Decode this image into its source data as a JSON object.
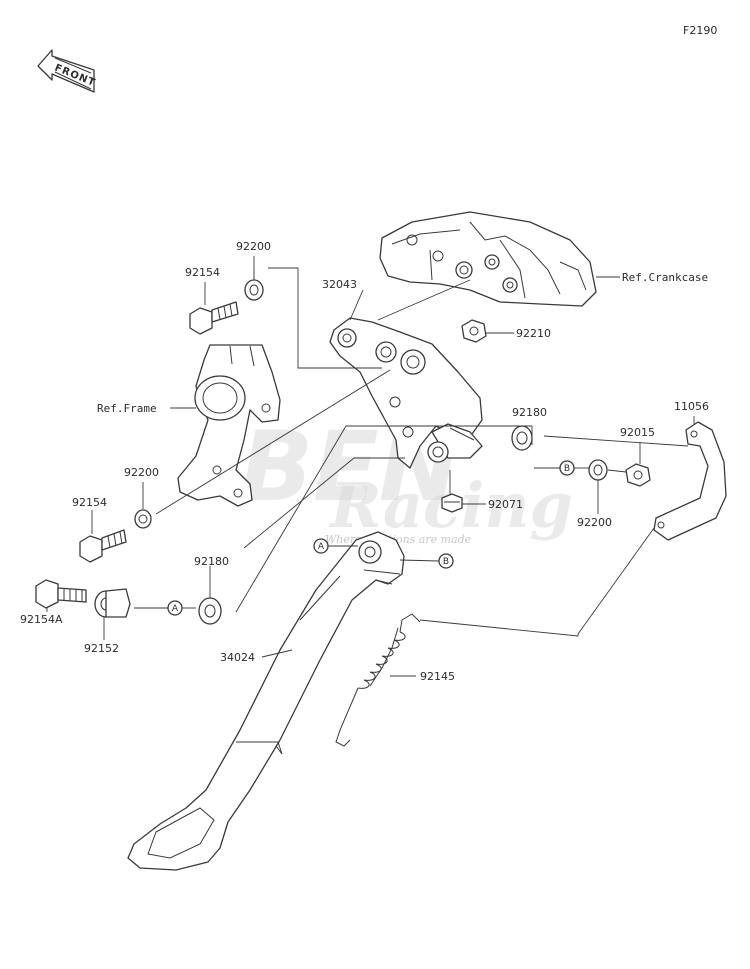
{
  "figure_code": "F2190",
  "front_arrow_label": "FRONT",
  "watermark": {
    "line1": "BEN",
    "line2": "Racing",
    "tagline": "Where solutions are made"
  },
  "refs": {
    "crankcase": "Ref.Crankcase",
    "frame": "Ref.Frame"
  },
  "circle_markers": {
    "a": "A",
    "b": "B"
  },
  "parts": {
    "p92200_top": "92200",
    "p92154_top": "92154",
    "p32043": "32043",
    "p92210": "92210",
    "p92180_right": "92180",
    "p92015": "92015",
    "p11056": "11056",
    "p92200_left": "92200",
    "p92154_mid": "92154",
    "p92071": "92071",
    "p92200_right": "92200",
    "p92180_left": "92180",
    "p92154A": "92154A",
    "p92152": "92152",
    "p34024": "34024",
    "p92145": "92145"
  },
  "colors": {
    "line": "#3a3a3a",
    "watermark": "#d9d9d9"
  }
}
